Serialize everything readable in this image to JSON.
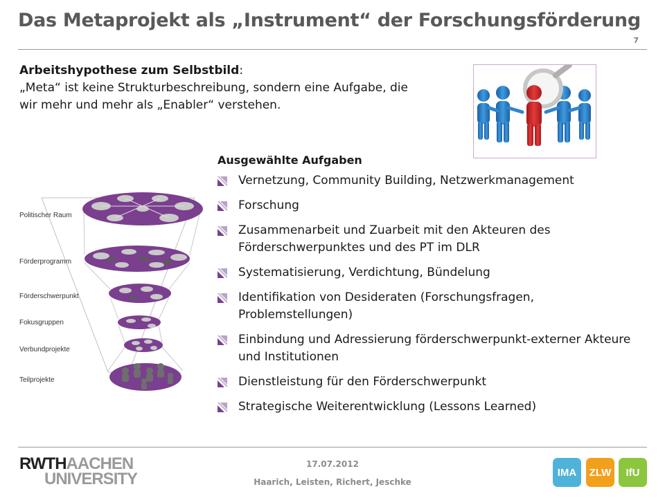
{
  "slide": {
    "title": "Das Metaprojekt als „Instrument“ der Forschungsförderung",
    "page_number": "7"
  },
  "hypothesis": {
    "heading": "Arbeitshypothese zum Selbstbild",
    "colon": ":",
    "text_line1": "„Meta“ ist keine Strukturbeschreibung, sondern eine Aufgabe, die",
    "text_line2": "wir mehr und mehr als „Enabler“ verstehen."
  },
  "tasks": {
    "heading": "Ausgewählte Aufgaben",
    "items": [
      "Vernetzung, Community Building, Netzwerkmanagement",
      "Forschung",
      "Zusammenarbeit und Zuarbeit mit den Akteuren des Förderschwerpunktes und des PT im DLR",
      "Systematisierung, Verdichtung, Bündelung",
      "Identifikation von Desideraten (Forschungsfragen, Problemstellungen)",
      "Einbindung und Adressierung förderschwerpunkt-externer Akteure und Institutionen",
      "Dienstleistung für den Förderschwerpunkt",
      "Strategische Weiterentwicklung (Lessons Learned)"
    ]
  },
  "funnel": {
    "levels": [
      "Politischer Raum",
      "Förderprogramm",
      "Förderschwerpunkt",
      "Fokusgruppen",
      "Verbundprojekte",
      "Teilprojekte"
    ],
    "colors": {
      "disc": "#7b3f8f",
      "disc_dark": "#5e2c70",
      "node": "#c9c9c9",
      "person": "#6e6e6e"
    }
  },
  "footer": {
    "date": "17.07.2012",
    "authors": "Haarich, Leisten, Richert, Jeschke",
    "logo_top_bold": "RWTH",
    "logo_top_light": "AACHEN",
    "logo_bottom": "UNIVERSITY",
    "badges": [
      {
        "label": "IMA",
        "color": "#4fb3d9"
      },
      {
        "label": "ZLW",
        "color": "#f2a01c"
      },
      {
        "label": "IfU",
        "color": "#8cc63f"
      }
    ]
  },
  "colors": {
    "accent": "#7b3f8f",
    "people_highlight": "#d42a2a",
    "people_blue": "#1e78c2"
  }
}
